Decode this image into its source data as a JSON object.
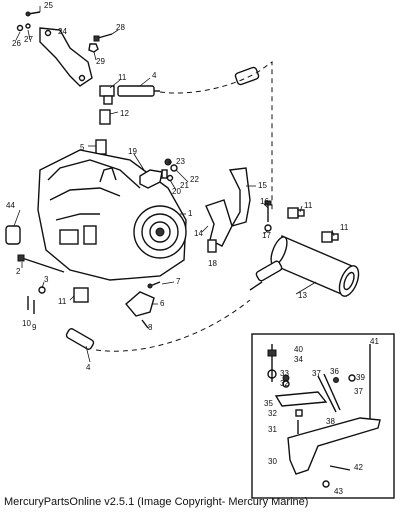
{
  "footer": {
    "text": "MercuryPartsOnline v2.5.1 (Image Copyright- Mercury Marine)"
  },
  "callouts": [
    "25",
    "26",
    "27",
    "24",
    "28",
    "29",
    "11",
    "4",
    "12",
    "5",
    "19",
    "23",
    "20",
    "21",
    "22",
    "15",
    "16",
    "11b",
    "14",
    "17",
    "18",
    "11c",
    "44",
    "1",
    "3",
    "2",
    "7",
    "6",
    "8",
    "11d",
    "10",
    "9",
    "13",
    "4b",
    "40",
    "34",
    "33",
    "32",
    "36",
    "37",
    "39",
    "35",
    "38",
    "37b",
    "41",
    "32b",
    "31",
    "30",
    "42",
    "43"
  ]
}
